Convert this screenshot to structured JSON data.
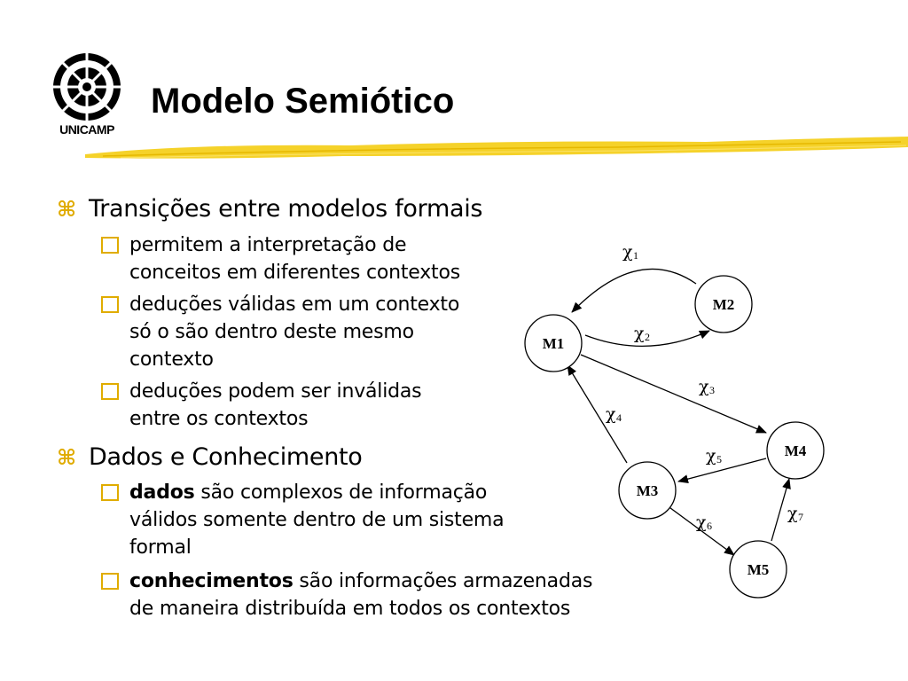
{
  "header": {
    "logo_text": "UNICAMP",
    "title": "Modelo Semiótico"
  },
  "bullets": [
    {
      "text": "Transições entre modelos formais",
      "items": [
        {
          "lines": [
            "permitem a interpretação de",
            "conceitos em diferentes contextos"
          ]
        },
        {
          "lines": [
            "deduções válidas em um contexto",
            "só o são dentro deste mesmo",
            "contexto"
          ]
        },
        {
          "lines": [
            "deduções podem ser inválidas",
            "entre os contextos"
          ]
        }
      ]
    },
    {
      "text": "Dados e Conhecimento",
      "items": [
        {
          "bold": "dados",
          "rest": " são complexos de informação",
          "lines": [
            "válidos somente dentro de um sistema",
            "formal"
          ]
        },
        {
          "bold": "conhecimentos",
          "rest": " são informações armazenadas",
          "lines": [
            "de maneira distribuída em todos os contextos"
          ]
        }
      ]
    }
  ],
  "diagram": {
    "nodes": [
      "M1",
      "M2",
      "M3",
      "M4",
      "M5"
    ],
    "edges": [
      {
        "symbol": "χ",
        "sub": "1"
      },
      {
        "symbol": "χ",
        "sub": "2"
      },
      {
        "symbol": "χ",
        "sub": "3"
      },
      {
        "symbol": "χ",
        "sub": "4"
      },
      {
        "symbol": "χ",
        "sub": "5"
      },
      {
        "symbol": "χ",
        "sub": "6"
      },
      {
        "symbol": "χ",
        "sub": "7"
      }
    ]
  },
  "colors": {
    "accent": "#e0ac00",
    "stroke": "#f5d22a"
  }
}
